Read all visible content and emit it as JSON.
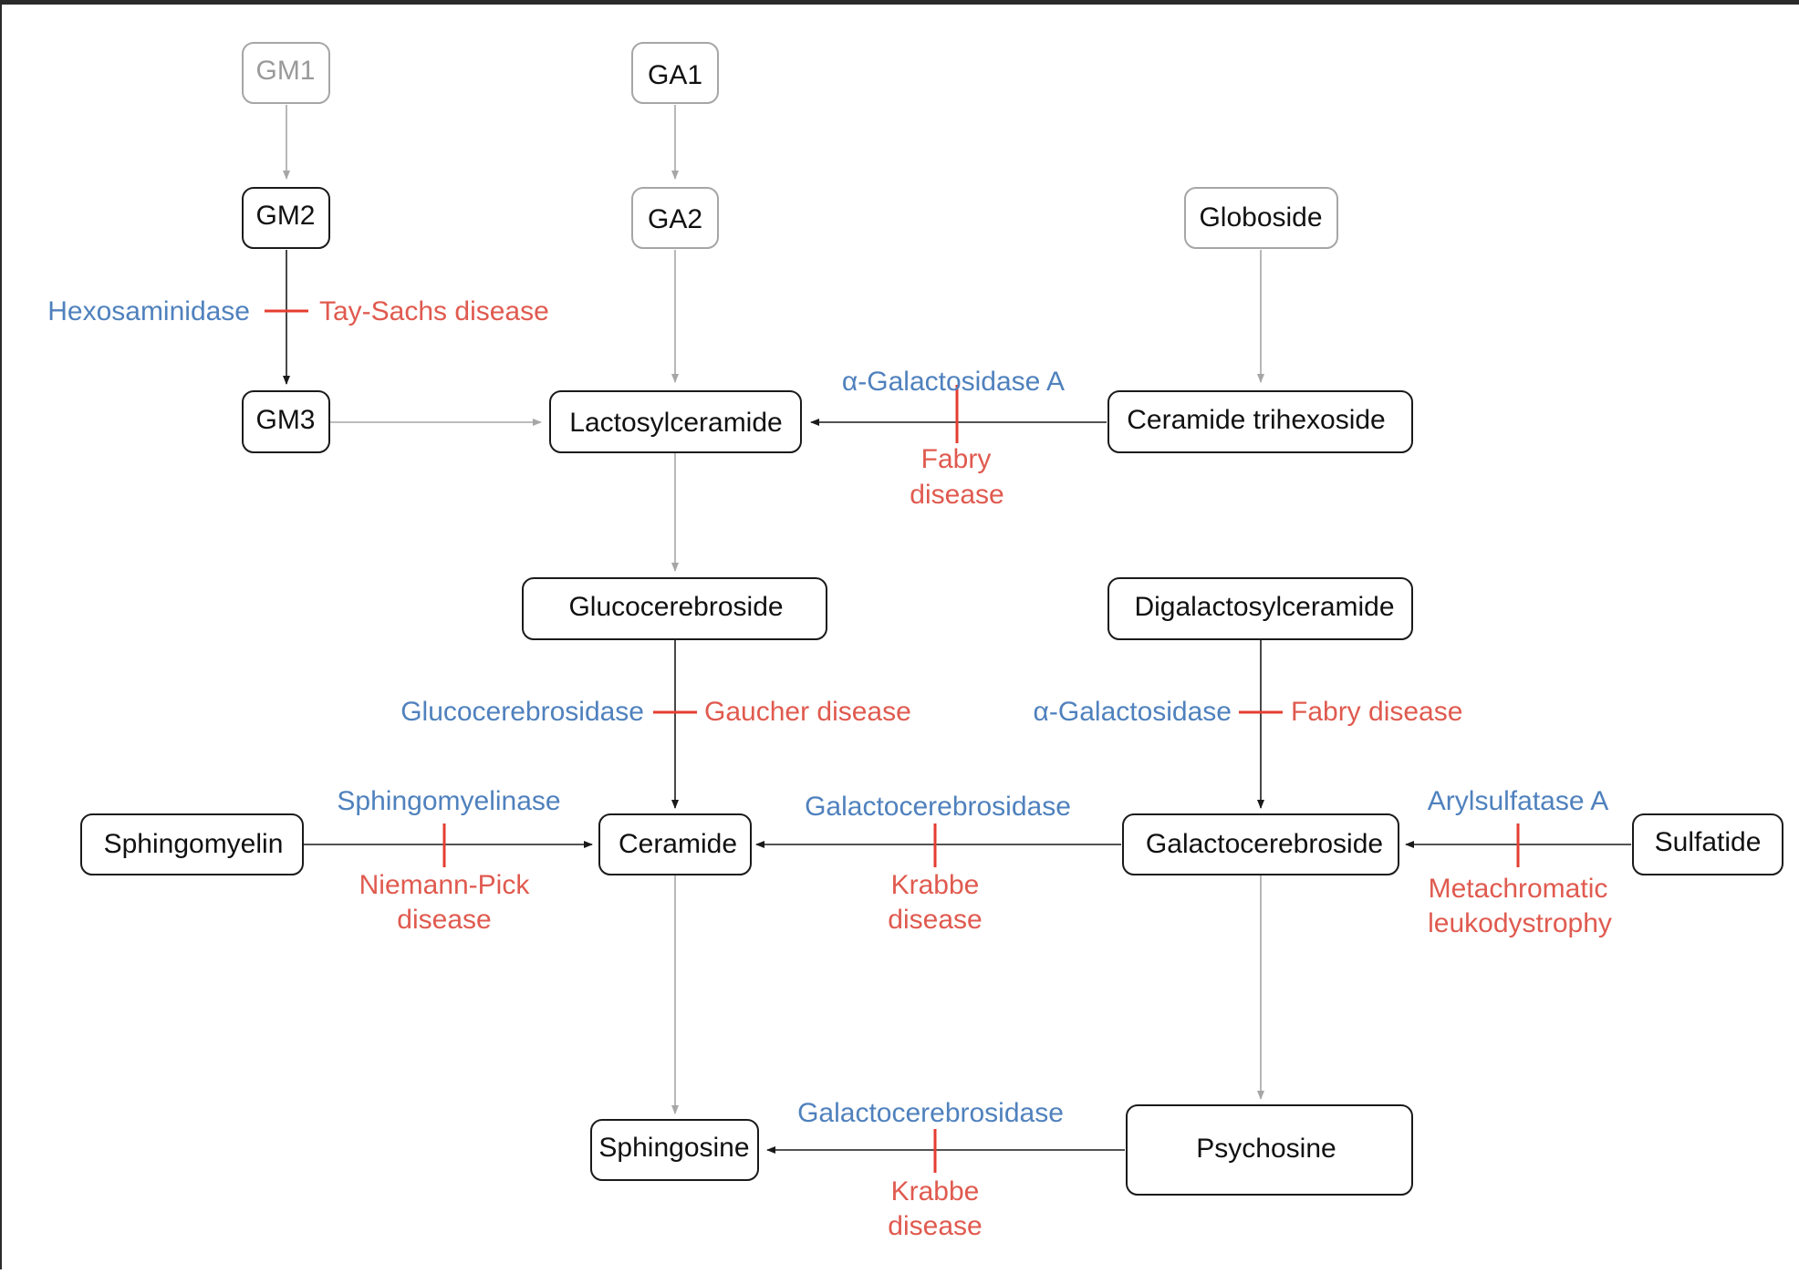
{
  "colors": {
    "node_stroke": "#1a1a1a",
    "faded_stroke": "#a6a6a6",
    "faded_text": "#9a9a9a",
    "enzyme": "#4f81bd",
    "disease": "#e05a4f",
    "block": "#e53e30",
    "edge": "#1a1a1a",
    "faded_edge": "#a6a6a6"
  },
  "nodes": {
    "gm1": "GM1",
    "ga1": "GA1",
    "gm2": "GM2",
    "ga2": "GA2",
    "globoside": "Globoside",
    "gm3": "GM3",
    "lactosylceramide": "Lactosylceramide",
    "ceramide_trihexoside": "Ceramide trihexoside",
    "glucocerebroside": "Glucocerebroside",
    "digalactosylceramide": "Digalactosylceramide",
    "sphingomyelin": "Sphingomyelin",
    "ceramide": "Ceramide",
    "galactocerebroside": "Galactocerebroside",
    "sulfatide": "Sulfatide",
    "sphingosine": "Sphingosine",
    "psychosine": "Psychosine"
  },
  "enzymes": {
    "hexosaminidase": "Hexosaminidase",
    "alpha_gal_a": "α-Galactosidase A",
    "glucocerebrosidase": "Glucocerebrosidase",
    "alpha_gal": "α-Galactosidase",
    "sphingomyelinase": "Sphingomyelinase",
    "galactocerebrosidase_1": "Galactocerebrosidase",
    "arylsulfatase_a": "Arylsulfatase A",
    "galactocerebrosidase_2": "Galactocerebrosidase"
  },
  "diseases": {
    "tay_sachs": "Tay-Sachs disease",
    "fabry_1_line1": "Fabry",
    "fabry_1_line2": "disease",
    "gaucher": "Gaucher disease",
    "fabry_2": "Fabry disease",
    "niemann_pick_line1": "Niemann-Pick",
    "niemann_pick_line2": "disease",
    "krabbe_1_line1": "Krabbe",
    "krabbe_1_line2": "disease",
    "mld_line1": "Metachromatic",
    "mld_line2": "leukodystrophy",
    "krabbe_2_line1": "Krabbe",
    "krabbe_2_line2": "disease"
  }
}
